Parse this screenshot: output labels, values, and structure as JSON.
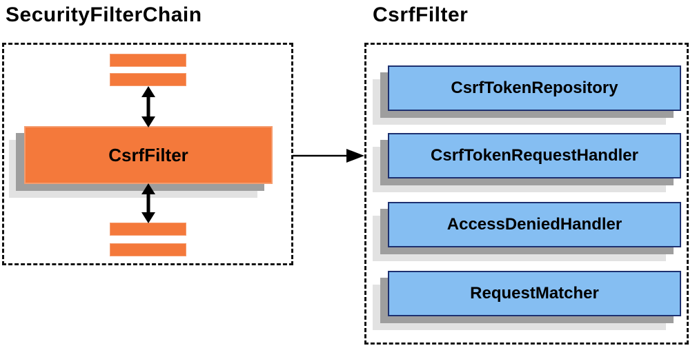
{
  "left_panel": {
    "title": "SecurityFilterChain",
    "filter_box_label": "CsrfFilter"
  },
  "right_panel": {
    "title": "CsrfFilter",
    "components": [
      {
        "label": "CsrfTokenRepository"
      },
      {
        "label": "CsrfTokenRequestHandler"
      },
      {
        "label": "AccessDeniedHandler"
      },
      {
        "label": "RequestMatcher"
      }
    ]
  },
  "icons": {
    "vertical_arrows": "double-headed-arrow-icon",
    "horizontal_arrow": "flow-arrow-icon"
  },
  "colors": {
    "orange-fill": "#f4793b",
    "orange-border": "#f59c6e",
    "blue-fill": "#85bef2",
    "blue-border": "#1d3070",
    "shadow-dark": "#9e9e9e",
    "shadow-light": "#e2e2e2",
    "line-black": "#000000"
  }
}
